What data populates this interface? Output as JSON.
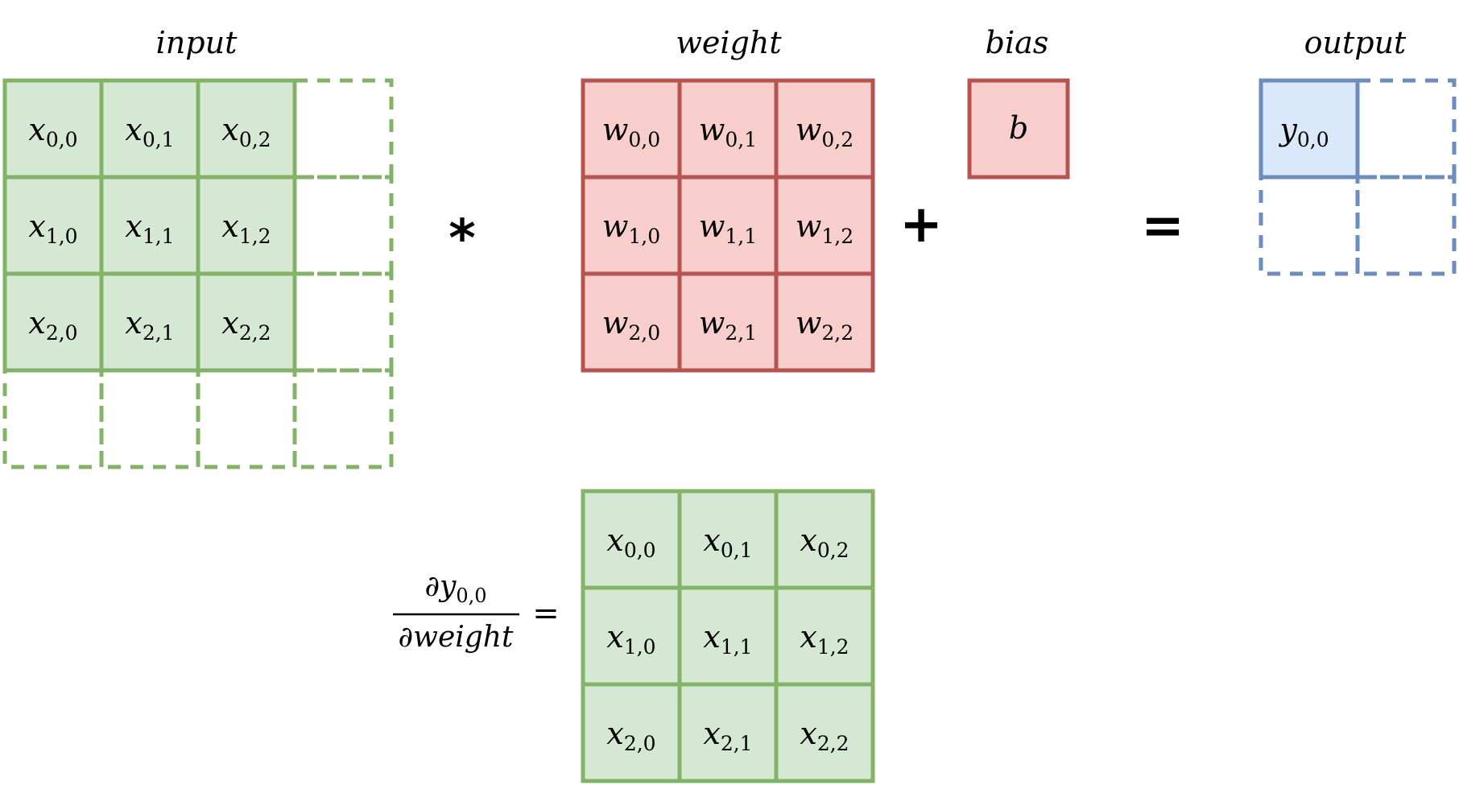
{
  "labels": {
    "input": "input",
    "weight": "weight",
    "bias": "bias",
    "output": "output"
  },
  "operators": {
    "conv": "*",
    "plus": "+",
    "equals": "="
  },
  "colors": {
    "green_stroke": "#82b366",
    "green_fill": "#d5e8d4",
    "red_stroke": "#b85450",
    "red_fill": "#f8cecc",
    "blue_stroke": "#6c8ebf",
    "blue_fill": "#dae8fc"
  },
  "input_grid": {
    "symbol": "x",
    "cells": [
      [
        "0,0",
        "0,1",
        "0,2"
      ],
      [
        "1,0",
        "1,1",
        "1,2"
      ],
      [
        "2,0",
        "2,1",
        "2,2"
      ]
    ]
  },
  "weight_grid": {
    "symbol": "w",
    "cells": [
      [
        "0,0",
        "0,1",
        "0,2"
      ],
      [
        "1,0",
        "1,1",
        "1,2"
      ],
      [
        "2,0",
        "2,1",
        "2,2"
      ]
    ]
  },
  "bias": {
    "symbol": "b"
  },
  "output": {
    "symbol": "y",
    "sub": "0,0"
  },
  "gradient": {
    "numerator_symbol": "∂y",
    "numerator_sub": "0,0",
    "denominator": "∂weight",
    "equals": "=",
    "symbol": "x",
    "cells": [
      [
        "0,0",
        "0,1",
        "0,2"
      ],
      [
        "1,0",
        "1,1",
        "1,2"
      ],
      [
        "2,0",
        "2,1",
        "2,2"
      ]
    ]
  }
}
